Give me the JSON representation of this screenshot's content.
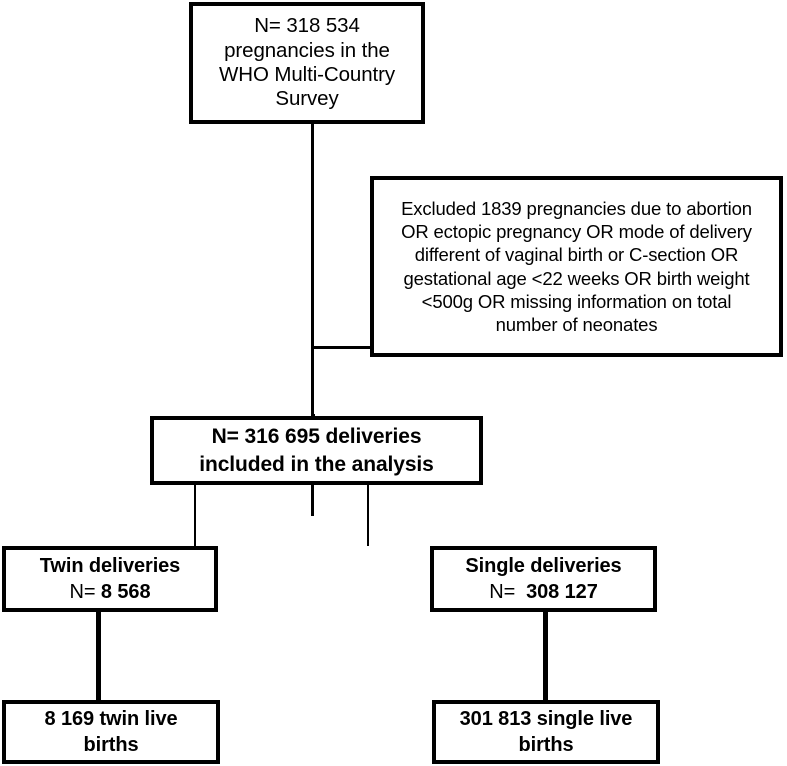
{
  "chart_data": {
    "type": "diagram",
    "subtype": "flowchart",
    "title": "Study population flow diagram",
    "nodes": [
      {
        "id": "source",
        "lines": [
          "N= 318 534",
          "pregnancies in the",
          "WHO Multi-Country",
          "Survey"
        ],
        "value": 318534,
        "bold": false
      },
      {
        "id": "excluded",
        "lines": [
          "Excluded 1839 pregnancies due to abortion",
          "OR ectopic pregnancy OR mode of delivery",
          "different of vaginal birth or C-section OR",
          "gestational age <22 weeks OR birth weight",
          "<500g OR missing information on total",
          "number of neonates"
        ],
        "value": 1839,
        "bold": false
      },
      {
        "id": "analysis",
        "lines": [
          "N= 316 695 deliveries",
          "included in the analysis"
        ],
        "value": 316695,
        "bold": true
      },
      {
        "id": "twin",
        "lines": [
          "Twin deliveries",
          "N= 8 568"
        ],
        "label": "Twin deliveries",
        "n_prefix": "N= ",
        "n_value": "8 568",
        "value": 8568,
        "bold": true
      },
      {
        "id": "single",
        "lines": [
          "Single deliveries",
          "N=  308 127"
        ],
        "label": "Single deliveries",
        "n_prefix": "N= ",
        "n_value": " 308 127",
        "value": 308127,
        "bold": true
      },
      {
        "id": "twin_births",
        "lines": [
          "8 169 twin live",
          "births"
        ],
        "value": 8169,
        "bold": true
      },
      {
        "id": "single_births",
        "lines": [
          "301 813 single live",
          "births"
        ],
        "value": 301813,
        "bold": true
      }
    ],
    "edges": [
      {
        "from": "source",
        "to": "analysis"
      },
      {
        "from": "source",
        "to": "excluded"
      },
      {
        "from": "analysis",
        "to": "twin"
      },
      {
        "from": "analysis",
        "to": "single"
      },
      {
        "from": "twin",
        "to": "twin_births"
      },
      {
        "from": "single",
        "to": "single_births"
      }
    ],
    "colors": {
      "stroke": "#000000",
      "fill": "#ffffff",
      "text": "#000000"
    }
  },
  "source": {
    "line1": "N= 318 534",
    "line2": "pregnancies in the",
    "line3": "WHO Multi-Country",
    "line4": "Survey"
  },
  "excluded": {
    "line1": "Excluded 1839 pregnancies due to abortion",
    "line2": "OR ectopic pregnancy OR mode of delivery",
    "line3": "different of vaginal birth or C-section OR",
    "line4": "gestational age <22 weeks OR birth weight",
    "line5": "<500g OR missing information on total",
    "line6": "number of neonates"
  },
  "analysis": {
    "line1": "N= 316 695 deliveries",
    "line2": "included in the analysis"
  },
  "twin": {
    "label": "Twin deliveries",
    "n_prefix": "N=",
    "n_value": "8 568"
  },
  "single": {
    "label": "Single deliveries",
    "n_prefix": "N=",
    "n_value": "308 127"
  },
  "twin_births": {
    "line1": "8 169 twin live",
    "line2": "births"
  },
  "single_births": {
    "line1": "301 813 single live",
    "line2": "births"
  }
}
